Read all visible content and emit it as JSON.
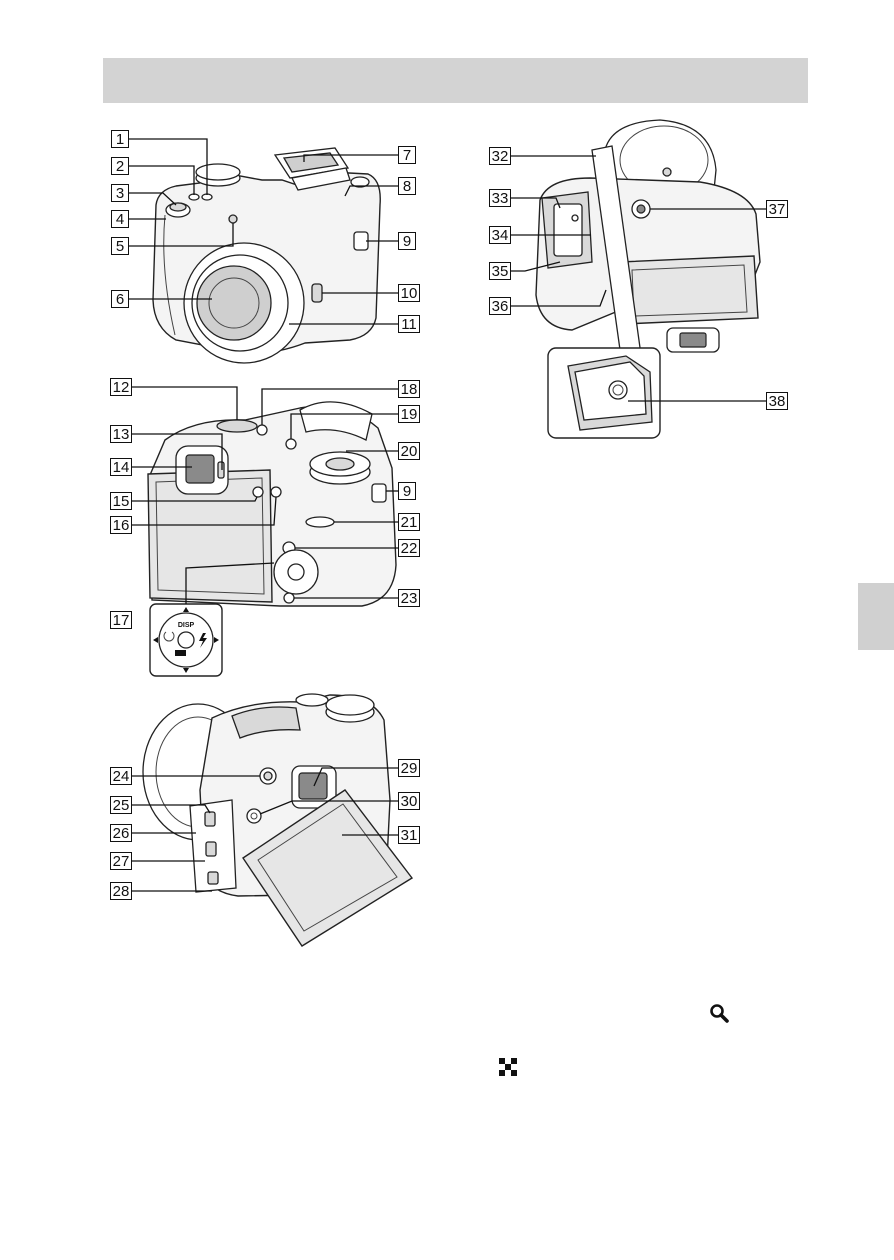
{
  "header": {
    "background": "#d3d3d3"
  },
  "side_tab": {
    "background": "#d0d0d0"
  },
  "front_view": {
    "callouts": [
      "1",
      "2",
      "3",
      "4",
      "5",
      "6",
      "7",
      "8",
      "9",
      "10",
      "11"
    ]
  },
  "back_view": {
    "callouts": [
      "12",
      "13",
      "14",
      "15",
      "16",
      "17",
      "18",
      "19",
      "20",
      "9",
      "21",
      "22",
      "23"
    ],
    "control_wheel": {
      "label": "DISP",
      "icons": [
        "flash-icon",
        "self-timer-icon",
        "scene-icon",
        "arrow-up-icon",
        "arrow-down-icon",
        "arrow-left-icon",
        "arrow-right-icon"
      ]
    }
  },
  "rear_angled_view": {
    "callouts": [
      "24",
      "25",
      "26",
      "27",
      "28",
      "29",
      "30",
      "31"
    ]
  },
  "battery_side_view": {
    "callouts": [
      "32",
      "33",
      "34",
      "35",
      "36",
      "37",
      "38"
    ]
  },
  "icons": [
    "magnifier-icon",
    "index-grid-icon"
  ]
}
